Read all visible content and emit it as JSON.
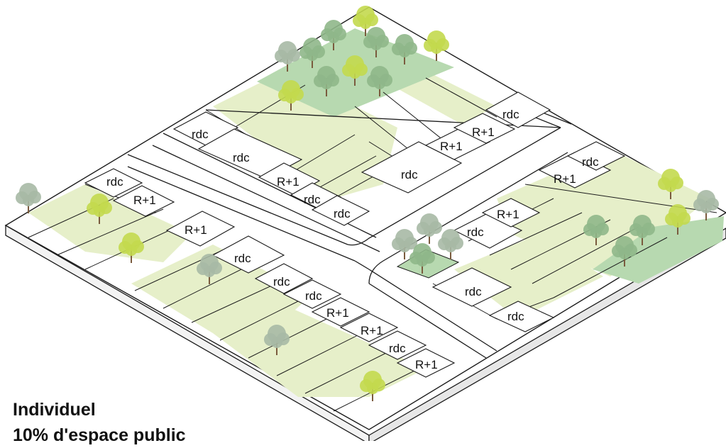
{
  "caption": {
    "title": "Individuel",
    "subtitle": "10% d'espace public"
  },
  "labels": {
    "rdc": "rdc",
    "r1": "R+1"
  },
  "colors": {
    "ground": "#ffffff",
    "stroke": "#1b1b1b",
    "garden": "#e6efc9",
    "park": "#b7d9b0",
    "tree_green": "#8fb78a",
    "tree_yellow": "#c3d94e",
    "tree_grey": "#a7b9a5",
    "trunk": "#7a5b3e"
  }
}
